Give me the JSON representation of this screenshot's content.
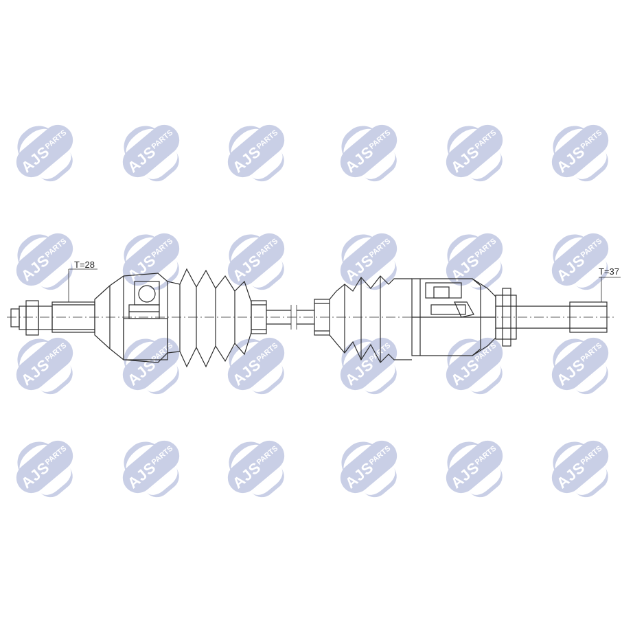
{
  "watermark": {
    "brand": "AJS",
    "suffix": "PARTS",
    "color": "#c9cfe6"
  },
  "labels": {
    "left_spline": "T=28",
    "right_spline": "T=37"
  },
  "colors": {
    "line": "#2b2b2b",
    "background": "#ffffff"
  }
}
